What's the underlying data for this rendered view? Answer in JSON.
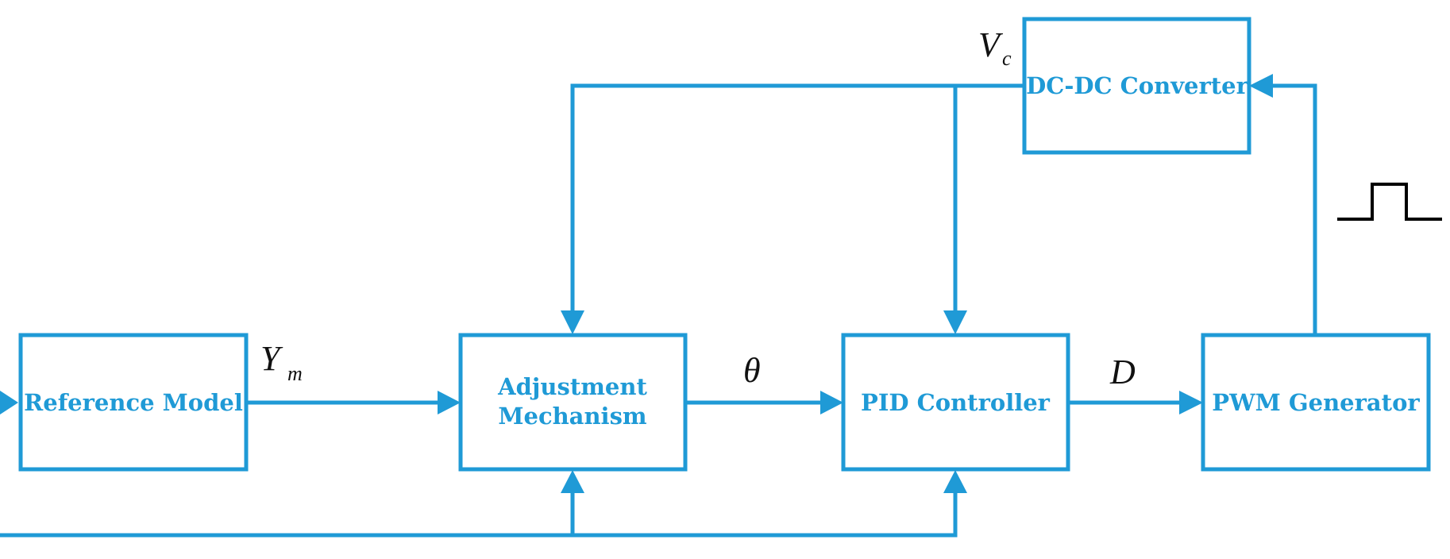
{
  "blocks": {
    "reference_model": "Reference Model",
    "adjustment_line1": "Adjustment",
    "adjustment_line2": "Mechanism",
    "pid_controller": "PID Controller",
    "pwm_generator": "PWM Generator",
    "dcdc_converter": "DC-DC Converter"
  },
  "signals": {
    "ym_main": "Y",
    "ym_sub": "m",
    "theta": "θ",
    "duty": "D",
    "vc_main": "V",
    "vc_sub": "c"
  },
  "colors": {
    "accent": "#1f9ad6",
    "signal_text": "#111111",
    "pulse": "#000000"
  }
}
